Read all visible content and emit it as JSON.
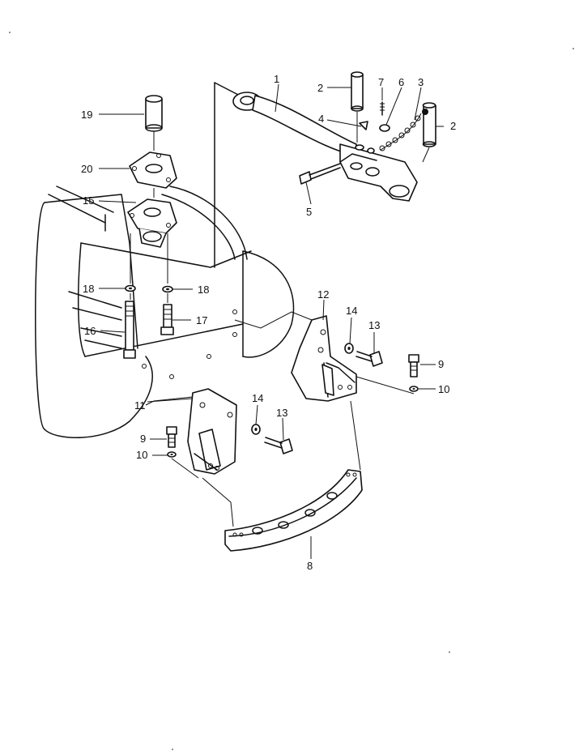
{
  "callouts": {
    "c1": "1",
    "c2a": "2",
    "c2b": "2",
    "c3": "3",
    "c4": "4",
    "c5": "5",
    "c6": "6",
    "c7": "7",
    "c8": "8",
    "c9a": "9",
    "c9b": "9",
    "c10a": "10",
    "c10b": "10",
    "c11": "11",
    "c12": "12",
    "c13a": "13",
    "c13b": "13",
    "c14a": "14",
    "c14b": "14",
    "c15": "15",
    "c16": "16",
    "c17": "17",
    "c18a": "18",
    "c18b": "18",
    "c19": "19",
    "c20": "20"
  }
}
